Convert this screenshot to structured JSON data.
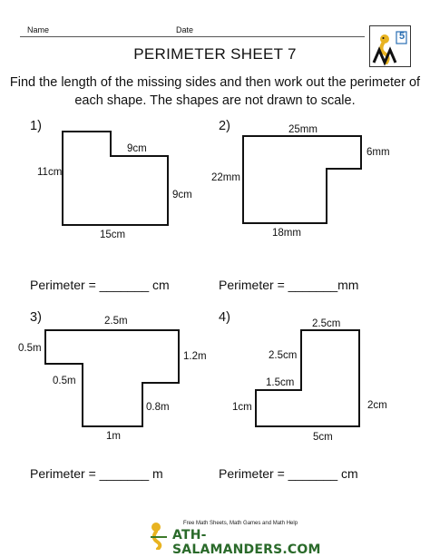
{
  "header": {
    "name_label": "Name",
    "date_label": "Date",
    "title": "PERIMETER SHEET 7",
    "grade_badge": "5"
  },
  "instructions": {
    "line1": "Find the length of the missing sides and then work out the perimeter of",
    "line2": "each shape. The shapes are not drawn to scale."
  },
  "problems": [
    {
      "number": "1)",
      "labels": [
        "9cm",
        "11cm",
        "9cm",
        "15cm"
      ],
      "perimeter_label": "Perimeter = _______ cm"
    },
    {
      "number": "2)",
      "labels": [
        "25mm",
        "6mm",
        "22mm",
        "18mm"
      ],
      "perimeter_label": "Perimeter = _______mm"
    },
    {
      "number": "3)",
      "labels": [
        "2.5m",
        "0.5m",
        "1.2m",
        "0.5m",
        "0.8m",
        "1m"
      ],
      "perimeter_label": "Perimeter = _______ m"
    },
    {
      "number": "4)",
      "labels": [
        "2.5cm",
        "2.5cm",
        "1.5cm",
        "1cm",
        "2cm",
        "5cm"
      ],
      "perimeter_label": "Perimeter = _______ cm"
    }
  ],
  "footer": {
    "tagline": "Free Math Sheets, Math Games and Math Help",
    "logo_text": "ATH-SALAMANDERS.COM"
  }
}
